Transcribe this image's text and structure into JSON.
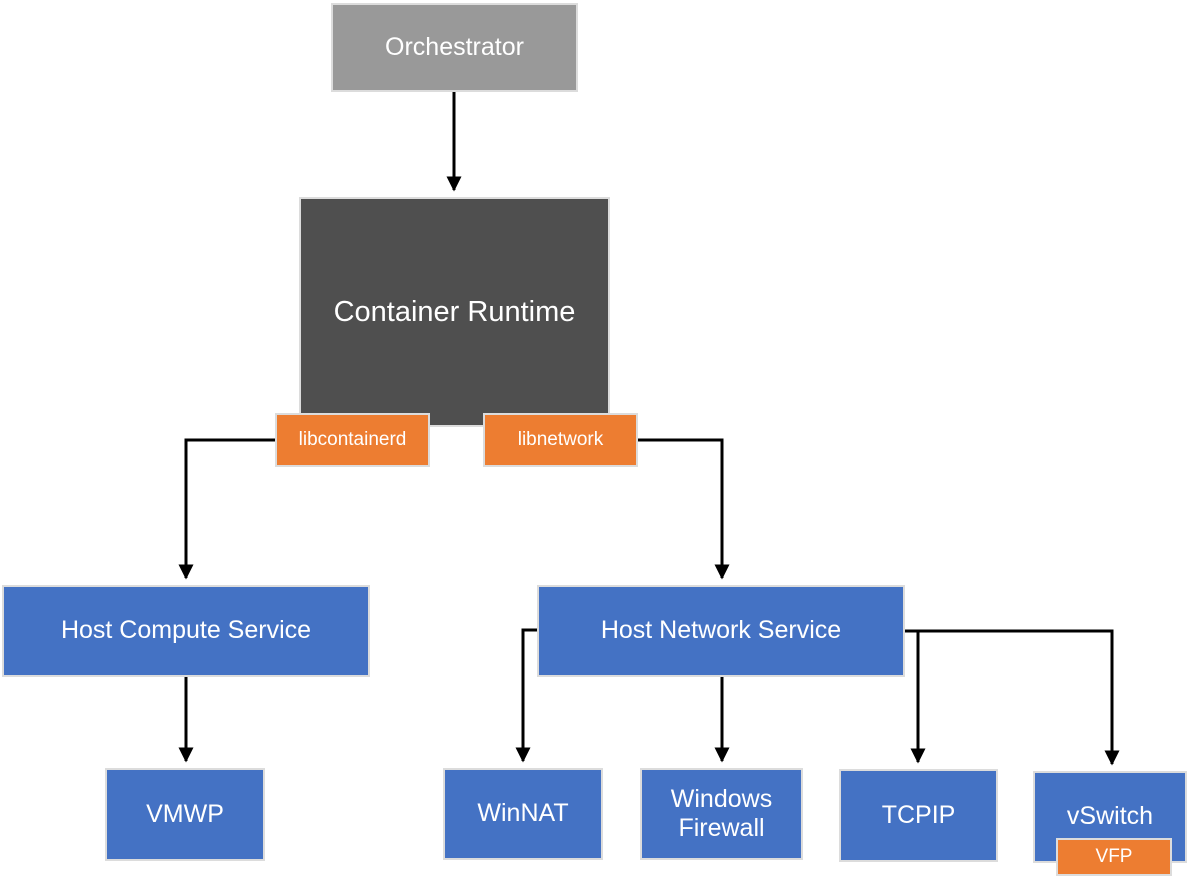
{
  "diagram": {
    "nodes": {
      "orchestrator": {
        "label": "Orchestrator",
        "color": "#999999"
      },
      "container_runtime": {
        "label": "Container Runtime",
        "color": "#4F4F4F"
      },
      "libcontainerd": {
        "label": "libcontainerd",
        "color": "#ED7D31"
      },
      "libnetwork": {
        "label": "libnetwork",
        "color": "#ED7D31"
      },
      "host_compute": {
        "label": "Host Compute Service",
        "color": "#4472C4"
      },
      "host_network": {
        "label": "Host Network Service",
        "color": "#4472C4"
      },
      "vmwp": {
        "label": "VMWP",
        "color": "#4472C4"
      },
      "winnat": {
        "label": "WinNAT",
        "color": "#4472C4"
      },
      "windows_firewall": {
        "label": "Windows Firewall",
        "color": "#4472C4"
      },
      "tcpip": {
        "label": "TCPIP",
        "color": "#4472C4"
      },
      "vswitch": {
        "label": "vSwitch",
        "color": "#4472C4"
      },
      "vfp": {
        "label": "VFP",
        "color": "#ED7D31"
      }
    },
    "attachments": [
      {
        "child": "libcontainerd",
        "parent": "container_runtime"
      },
      {
        "child": "libnetwork",
        "parent": "container_runtime"
      },
      {
        "child": "vfp",
        "parent": "vswitch"
      }
    ],
    "edges": [
      {
        "from": "orchestrator",
        "to": "container_runtime"
      },
      {
        "from": "libcontainerd",
        "to": "host_compute"
      },
      {
        "from": "libnetwork",
        "to": "host_network"
      },
      {
        "from": "host_compute",
        "to": "vmwp"
      },
      {
        "from": "host_network",
        "to": "winnat"
      },
      {
        "from": "host_network",
        "to": "windows_firewall"
      },
      {
        "from": "host_network",
        "to": "tcpip"
      },
      {
        "from": "host_network",
        "to": "vswitch"
      }
    ],
    "colors": {
      "box_blue": "#4472C4",
      "box_orange": "#ED7D31",
      "box_gray": "#999999",
      "box_dark_gray": "#4F4F4F",
      "connector_line": "#000000",
      "box_text": "#FFFFFF",
      "background": "#FFFFFF"
    }
  }
}
